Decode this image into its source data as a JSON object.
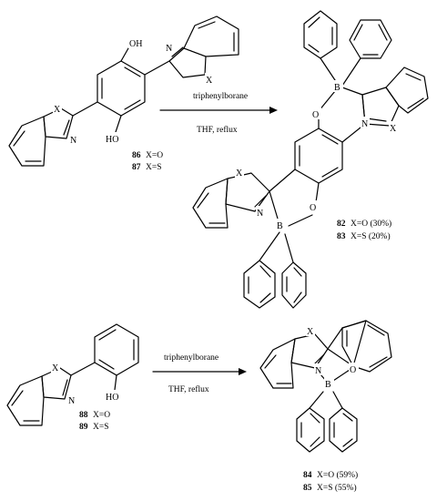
{
  "reactions": [
    {
      "reagent": "triphenylborane",
      "conditions": "THF, reflux",
      "starting_materials": [
        {
          "number": "86",
          "label": "X=O"
        },
        {
          "number": "87",
          "label": "X=S"
        }
      ],
      "products": [
        {
          "number": "82",
          "label": "X=O (30%)"
        },
        {
          "number": "83",
          "label": "X=S (20%)"
        }
      ]
    },
    {
      "reagent": "triphenylborane",
      "conditions": "THF, reflux",
      "starting_materials": [
        {
          "number": "88",
          "label": "X=O"
        },
        {
          "number": "89",
          "label": "X=S"
        }
      ],
      "products": [
        {
          "number": "84",
          "label": "X=O (59%)"
        },
        {
          "number": "85",
          "label": "X=S (55%)"
        }
      ]
    }
  ],
  "atom_labels": {
    "X": "X",
    "N": "N",
    "O": "O",
    "B": "B",
    "OH": "OH",
    "HO": "HO"
  },
  "colors": {
    "ink": "#000000",
    "background": "#ffffff"
  },
  "icons": [
    "reaction-arrow-icon",
    "wedge-bond-icon",
    "hashed-bond-icon"
  ]
}
